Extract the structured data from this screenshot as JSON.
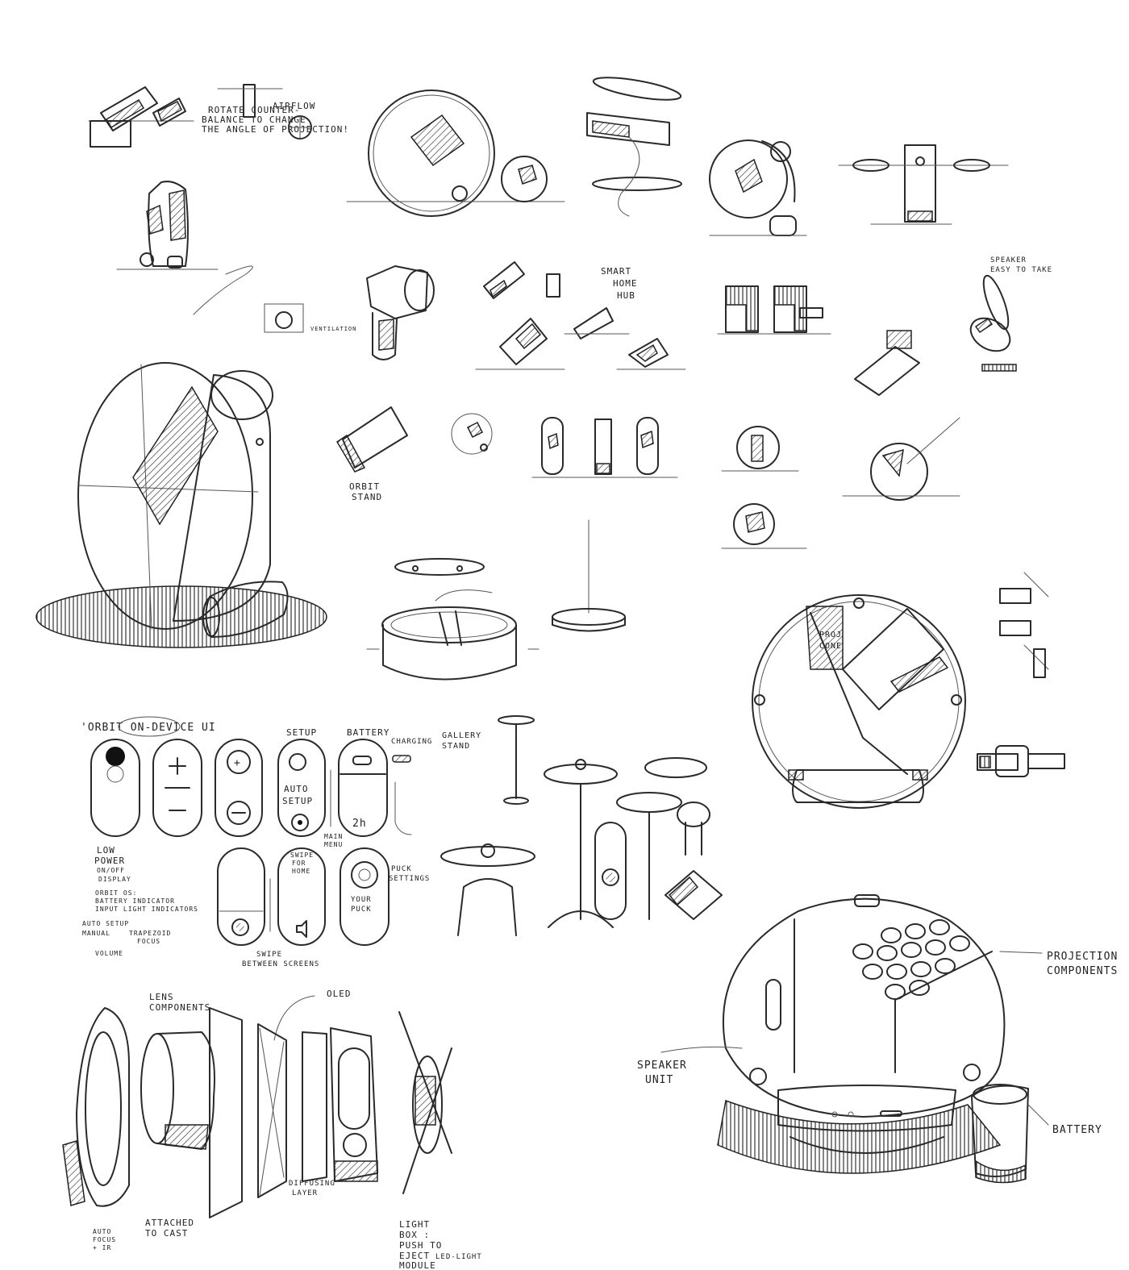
{
  "notes": {
    "rotate_counterbalance": "ROTATE COUNTER-",
    "rotate_counterbalance_2": "BALANCE TO CHANGE",
    "rotate_counterbalance_3": "THE ANGLE OF PROJECTION!",
    "airflow": "AIRFLOW",
    "smart_home_hub_1": "SMART",
    "smart_home_hub_2": "HOME",
    "smart_home_hub_3": "HUB",
    "speaker_1": "SPEAKER",
    "speaker_2": "EASY TO TAKE",
    "orbit_stand_1": "ORBIT",
    "orbit_stand_2": "STAND",
    "proj_cone_1": "PROJ",
    "proj_cone_2": "CONE",
    "ventilation": "VENTILATION",
    "gallery_stand_1": "GALLERY",
    "gallery_stand_2": "STAND"
  },
  "ui_sheet": {
    "title": "'ORBIT  ON-DEVICE UI",
    "setup": "SETUP",
    "battery": "BATTERY",
    "charging": "CHARGING",
    "auto_setup_1": "AUTO",
    "auto_setup_2": "SETUP",
    "main_menu_1": "MAIN",
    "main_menu_2": "MENU",
    "battery_value": "2h",
    "low_power_1": "LOW",
    "low_power_2": "POWER",
    "on_off_display_1": "ON/OFF",
    "on_off_display_2": "DISPLAY",
    "swipe_1": "SWIPE",
    "swipe_2": "FOR",
    "swipe_3": "HOME",
    "puck_settings_1": "PUCK",
    "puck_settings_2": "SETTINGS",
    "your_puck_1": "YOUR",
    "your_puck_2": "PUCK",
    "swipe_between_1": "SWIPE",
    "swipe_between_2": "BETWEEN SCREENS",
    "orbit_os": "ORBIT OS:",
    "os_line_1": "BATTERY INDICATOR",
    "os_line_2": "INPUT LIGHT INDICATORS",
    "auto_setup_note": "AUTO SETUP",
    "manual": "MANUAL",
    "trapezoid": "TRAPEZOID",
    "focus": "FOCUS",
    "volume": "VOLUME"
  },
  "exploded": {
    "lens_components_1": "LENS",
    "lens_components_2": "COMPONENTS",
    "oled": "OLED",
    "auto_focus_1": "AUTO",
    "auto_focus_2": "FOCUS",
    "auto_focus_3": "+ IR",
    "attached_1": "ATTACHED",
    "attached_2": "TO CAST",
    "diffusing_1": "DIFFUSING",
    "diffusing_2": "LAYER",
    "light_box_1": "LIGHT",
    "light_box_2": "BOX :",
    "light_box_3": "PUSH TO",
    "light_box_4": "EJECT",
    "light_box_5": "LED-LIGHT",
    "light_box_6": "MODULE"
  },
  "render": {
    "projection_1": "PROJECTION",
    "projection_2": "COMPONENTS",
    "speaker_1": "SPEAKER",
    "speaker_2": "UNIT",
    "battery": "BATTERY"
  }
}
